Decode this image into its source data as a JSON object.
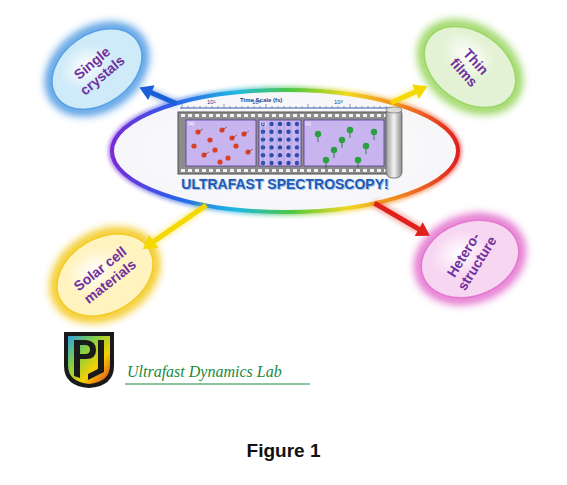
{
  "diagram": {
    "caption": "Figure 1",
    "nodes": [
      {
        "text": [
          "Single crystals"
        ]
      },
      {
        "text": [
          "Thin films"
        ]
      },
      {
        "text": [
          "ULTRAFAST SPECTROSCOPY!"
        ]
      },
      {
        "text": [
          "Solar cell materials"
        ]
      },
      {
        "text": [
          "Hetero- structure"
        ]
      }
    ],
    "edges": [
      {
        "from": 2,
        "to": 0,
        "arrow": "to"
      },
      {
        "from": 2,
        "to": 1,
        "arrow": "to"
      },
      {
        "from": 2,
        "to": 3,
        "arrow": "to"
      },
      {
        "from": 2,
        "to": 4,
        "arrow": "to"
      }
    ],
    "labels": [
      "Time Scale (fs)",
      "10¹",
      "10²",
      "10³",
      "(a)",
      "(b)",
      "(c)",
      "Ultrafast Dynamics Lab"
    ]
  }
}
